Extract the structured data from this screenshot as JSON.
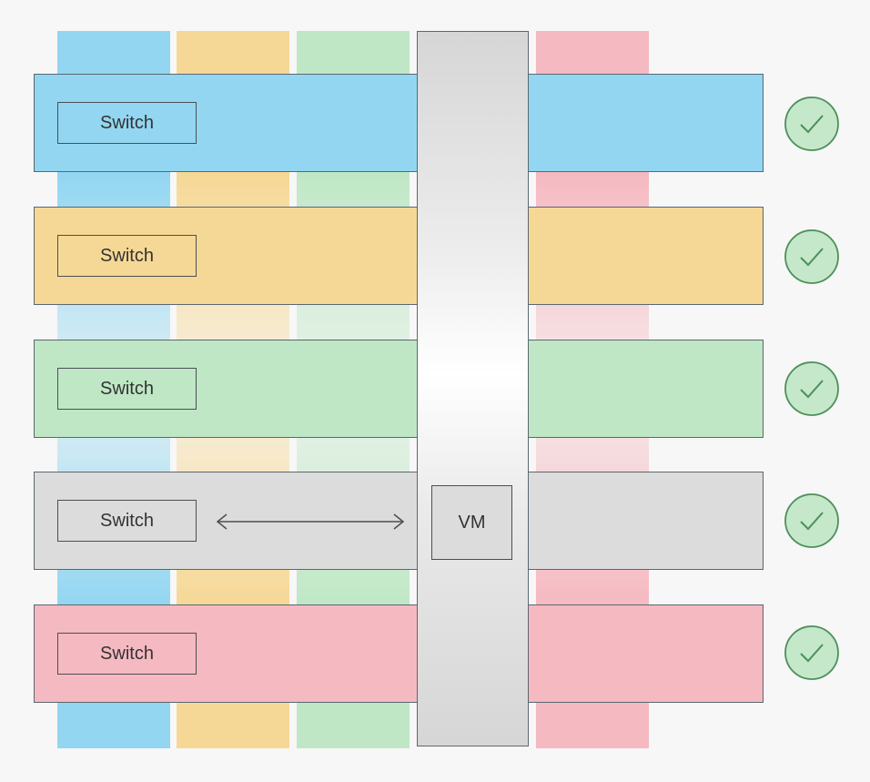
{
  "colors": {
    "blue": "#93d6f1",
    "yellow": "#f6d896",
    "green": "#bfe7c5",
    "gray": "#dcdcdc",
    "pink": "#f5b9c1",
    "check_fill": "#c4e8c9",
    "check_stroke": "#4d8f5a"
  },
  "columns": [
    {
      "color": "#93d6f1"
    },
    {
      "color": "#f6d896"
    },
    {
      "color": "#bfe7c5"
    },
    {
      "color": "#f5b9c1"
    }
  ],
  "bands": [
    {
      "switch_label": "Switch",
      "color": "#93d6f1",
      "status_icon": "check-circle-icon"
    },
    {
      "switch_label": "Switch",
      "color": "#f6d896",
      "status_icon": "check-circle-icon"
    },
    {
      "switch_label": "Switch",
      "color": "#bfe7c5",
      "status_icon": "check-circle-icon"
    },
    {
      "switch_label": "Switch",
      "color": "#dcdcdc",
      "status_icon": "check-circle-icon",
      "connector_icon": "double-arrow-icon"
    },
    {
      "switch_label": "Switch",
      "color": "#f5b9c1",
      "status_icon": "check-circle-icon"
    }
  ],
  "vm": {
    "label": "VM"
  }
}
